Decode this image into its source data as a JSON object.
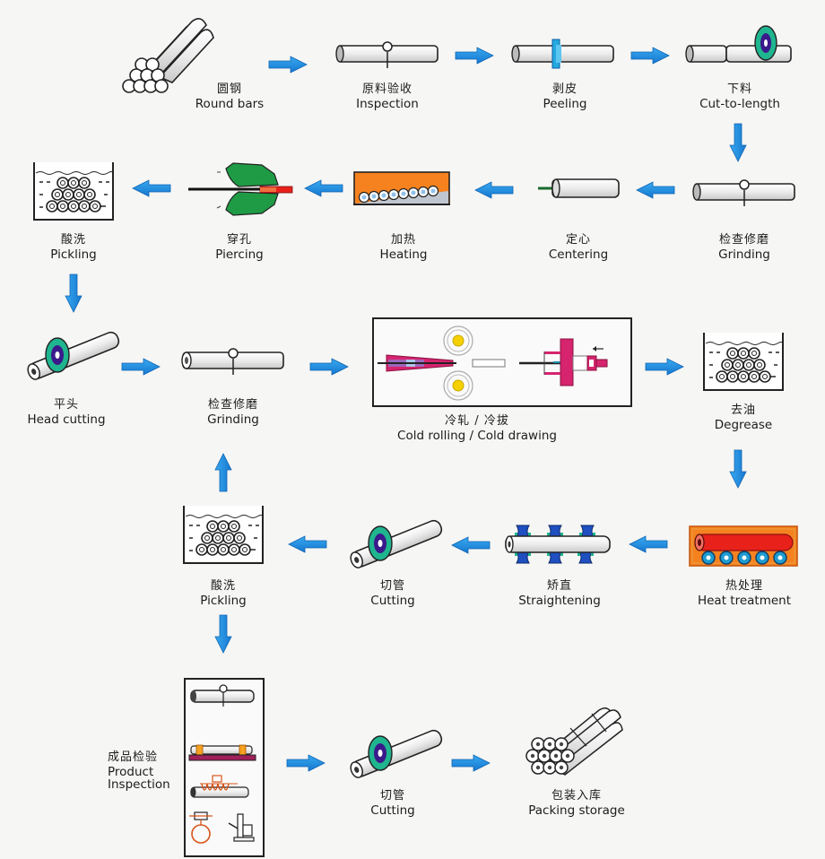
{
  "title": "Seamless steel tube cold rolling / cold drawing process flow",
  "colors": {
    "arrow": "#1a8fe0",
    "arrow_stroke": "#0b5fa8",
    "heat_orange": "#f5821f",
    "hot_red": "#e8221b",
    "cutter_green": "#1fb58f",
    "cutter_purple": "#3a1a8a",
    "piercer_green": "#1f9b45",
    "cold_magenta": "#d6246e",
    "roll_yellow": "#f5d000",
    "straightener_blue": "#1f4fc0",
    "outline": "#222222"
  },
  "steps": [
    {
      "id": "round-bars",
      "zh": "圆钢",
      "en": "Round bars",
      "icon": "bundle-bars-icon"
    },
    {
      "id": "inspection",
      "zh": "原料验收",
      "en": "Inspection",
      "icon": "bar-inspection-icon"
    },
    {
      "id": "peeling",
      "zh": "剥皮",
      "en": "Peeling",
      "icon": "peeling-icon"
    },
    {
      "id": "cut-to-length",
      "zh": "下料",
      "en": "Cut-to-length",
      "icon": "saw-cut-icon"
    },
    {
      "id": "grinding-1",
      "zh": "检查修磨",
      "en": "Grinding",
      "icon": "bar-inspection-icon"
    },
    {
      "id": "centering",
      "zh": "定心",
      "en": "Centering",
      "icon": "centering-icon"
    },
    {
      "id": "heating",
      "zh": "加热",
      "en": "Heating",
      "icon": "furnace-icon"
    },
    {
      "id": "piercing",
      "zh": "穿孔",
      "en": "Piercing",
      "icon": "piercer-icon"
    },
    {
      "id": "pickling-1",
      "zh": "酸洗",
      "en": "Pickling",
      "icon": "acid-tank-icon"
    },
    {
      "id": "head-cutting",
      "zh": "平头",
      "en": "Head cutting",
      "icon": "tube-cutter-icon"
    },
    {
      "id": "grinding-2",
      "zh": "检查修磨",
      "en": "Grinding",
      "icon": "tube-inspection-icon"
    },
    {
      "id": "cold-work",
      "zh": "冷轧 / 冷拔",
      "en": "Cold rolling / Cold drawing",
      "icon": "cold-rolling-drawing-icon"
    },
    {
      "id": "degrease",
      "zh": "去油",
      "en": "Degrease",
      "icon": "degrease-tank-icon"
    },
    {
      "id": "heat-treatment",
      "zh": "热处理",
      "en": "Heat treatment",
      "icon": "heat-treatment-furnace-icon"
    },
    {
      "id": "straightening",
      "zh": "矫直",
      "en": "Straightening",
      "icon": "straightener-icon"
    },
    {
      "id": "cutting-1",
      "zh": "切管",
      "en": "Cutting",
      "icon": "tube-cutter-icon"
    },
    {
      "id": "pickling-2",
      "zh": "酸洗",
      "en": "Pickling",
      "icon": "acid-tank-icon"
    },
    {
      "id": "product-inspection",
      "zh": "成品检验",
      "en_line1": "Product",
      "en_line2": "Inspection",
      "icon": "product-inspection-icon"
    },
    {
      "id": "cutting-2",
      "zh": "切管",
      "en": "Cutting",
      "icon": "tube-cutter-icon"
    },
    {
      "id": "packing",
      "zh": "包装入库",
      "en": "Packing storage",
      "icon": "packed-bundle-icon"
    }
  ],
  "flow": [
    [
      "round-bars",
      "inspection",
      "right"
    ],
    [
      "inspection",
      "peeling",
      "right"
    ],
    [
      "peeling",
      "cut-to-length",
      "right"
    ],
    [
      "cut-to-length",
      "grinding-1",
      "down"
    ],
    [
      "grinding-1",
      "centering",
      "left"
    ],
    [
      "centering",
      "heating",
      "left"
    ],
    [
      "heating",
      "piercing",
      "left"
    ],
    [
      "piercing",
      "pickling-1",
      "left"
    ],
    [
      "pickling-1",
      "head-cutting",
      "down"
    ],
    [
      "head-cutting",
      "grinding-2",
      "right"
    ],
    [
      "grinding-2",
      "cold-work",
      "right"
    ],
    [
      "cold-work",
      "degrease",
      "right"
    ],
    [
      "degrease",
      "heat-treatment",
      "down"
    ],
    [
      "heat-treatment",
      "straightening",
      "left"
    ],
    [
      "straightening",
      "cutting-1",
      "left"
    ],
    [
      "cutting-1",
      "pickling-2",
      "left"
    ],
    [
      "pickling-2",
      "grinding-2",
      "up"
    ],
    [
      "pickling-2",
      "product-inspection",
      "down"
    ],
    [
      "product-inspection",
      "cutting-2",
      "right"
    ],
    [
      "cutting-2",
      "packing",
      "right"
    ]
  ]
}
